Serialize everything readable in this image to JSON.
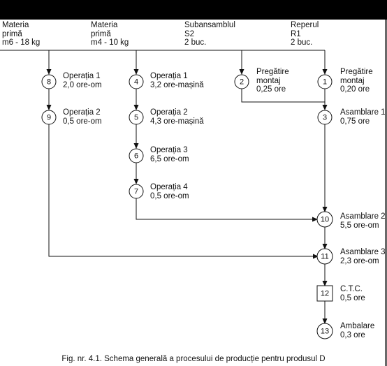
{
  "sources": [
    {
      "id": "src-1",
      "lines": [
        "Materia",
        "primă",
        "m6 - 18 kg"
      ]
    },
    {
      "id": "src-2",
      "lines": [
        "Materia",
        "primă",
        "m4 - 10 kg"
      ]
    },
    {
      "id": "src-3",
      "lines": [
        "Subansamblul",
        "S2",
        "2 buc."
      ]
    },
    {
      "id": "src-4",
      "lines": [
        "Reperul",
        "R1",
        "2 buc."
      ]
    }
  ],
  "nodes": [
    {
      "n": "8",
      "lines": [
        "Operația 1",
        "2,0 ore-om"
      ]
    },
    {
      "n": "9",
      "lines": [
        "Operația 2",
        "0,5 ore-om"
      ]
    },
    {
      "n": "4",
      "lines": [
        "Operația 1",
        "3,2 ore-mașină"
      ]
    },
    {
      "n": "5",
      "lines": [
        "Operația 2",
        "4,3 ore-mașină"
      ]
    },
    {
      "n": "6",
      "lines": [
        "Operația 3",
        "6,5 ore-om"
      ]
    },
    {
      "n": "7",
      "lines": [
        "Operația 4",
        "0,5 ore-om"
      ]
    },
    {
      "n": "2",
      "lines": [
        "Pregătire",
        "montaj",
        "0,25 ore"
      ]
    },
    {
      "n": "1",
      "lines": [
        "Pregătire",
        "montaj",
        "0,20 ore"
      ]
    },
    {
      "n": "3",
      "lines": [
        "Asamblare 1",
        "0,75 ore"
      ]
    },
    {
      "n": "10",
      "lines": [
        "Asamblare 2",
        "5,5 ore-om"
      ]
    },
    {
      "n": "11",
      "lines": [
        "Asamblare 3",
        "2,3 ore-om"
      ]
    },
    {
      "n": "12",
      "lines": [
        "C.T.C.",
        "0,5 ore"
      ]
    },
    {
      "n": "13",
      "lines": [
        "Ambalare",
        "0,3 ore"
      ]
    }
  ],
  "caption": "Fig. nr. 4.1. Schema generală a procesului de producție pentru produsul D"
}
